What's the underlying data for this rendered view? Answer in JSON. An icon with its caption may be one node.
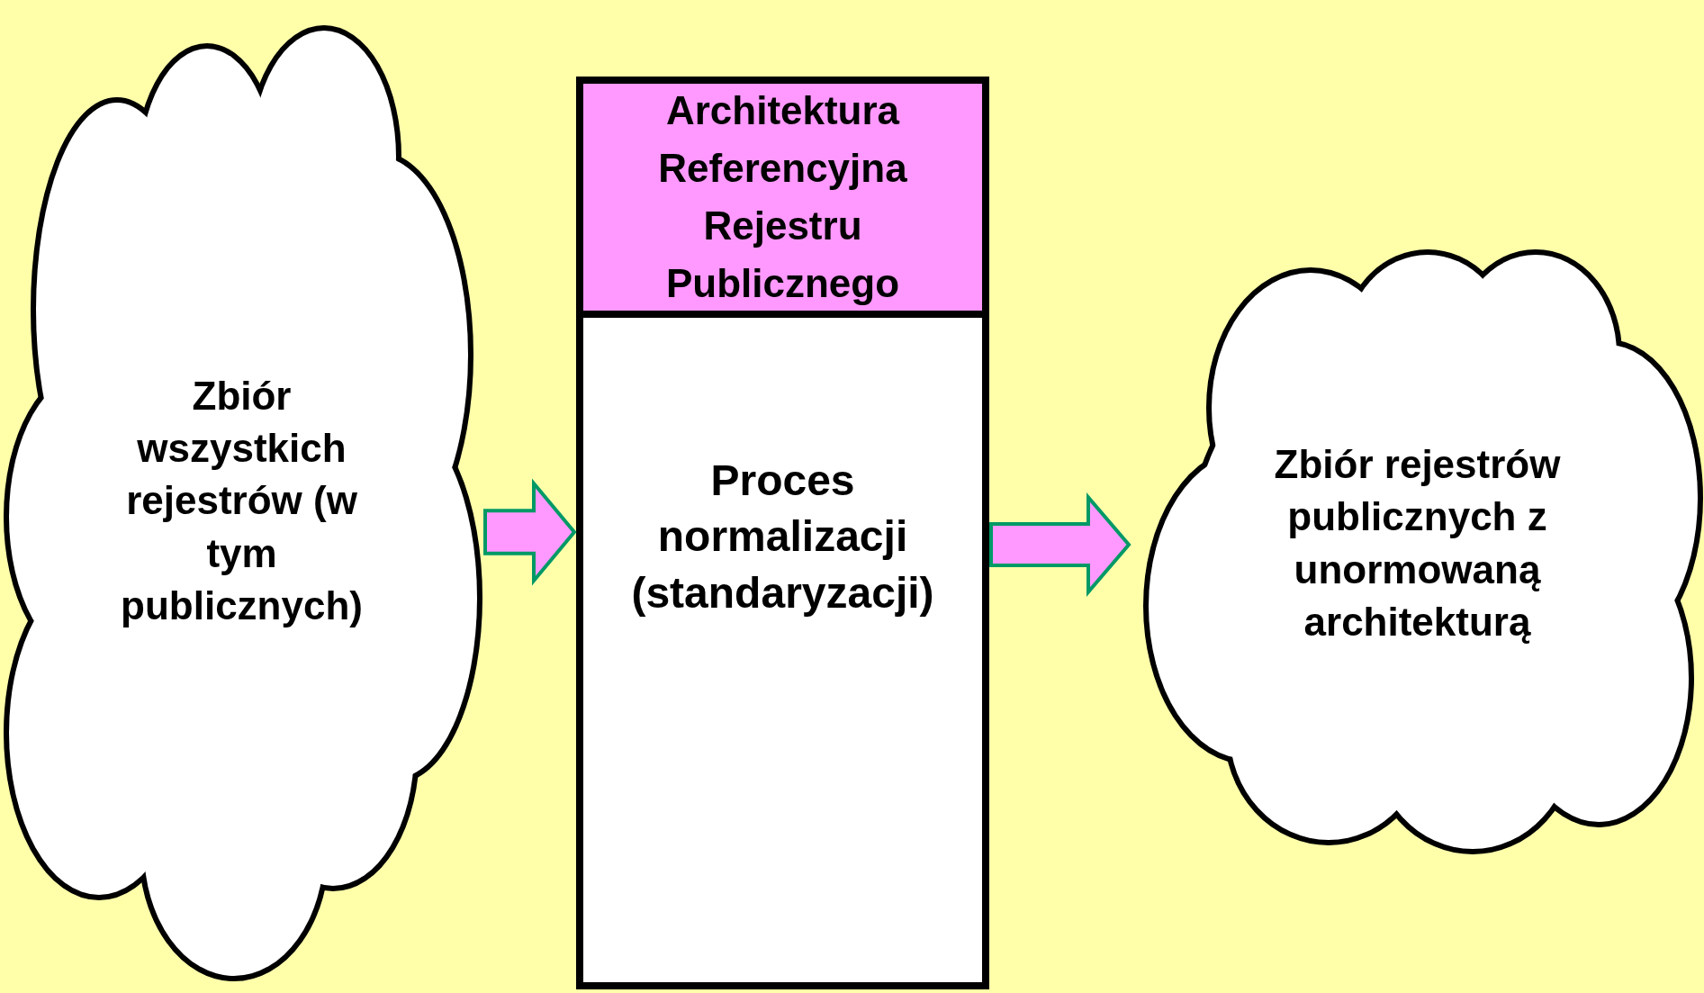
{
  "diagram": {
    "nodes": [
      {
        "text": [
          "Zbiór wszystkich rejestrów (w tym publicznych)"
        ]
      },
      {
        "text": [
          "Architektura Referencyjna Rejestru Publicznego",
          "Proces normalizacji (standaryzacji)"
        ]
      },
      {
        "text": [
          "Zbiór rejestrów publicznych z unormowaną architekturą"
        ]
      }
    ],
    "edges": [
      {
        "from": 0,
        "to": 1,
        "arrow": "to"
      },
      {
        "from": 1,
        "to": 2,
        "arrow": "to"
      }
    ]
  }
}
